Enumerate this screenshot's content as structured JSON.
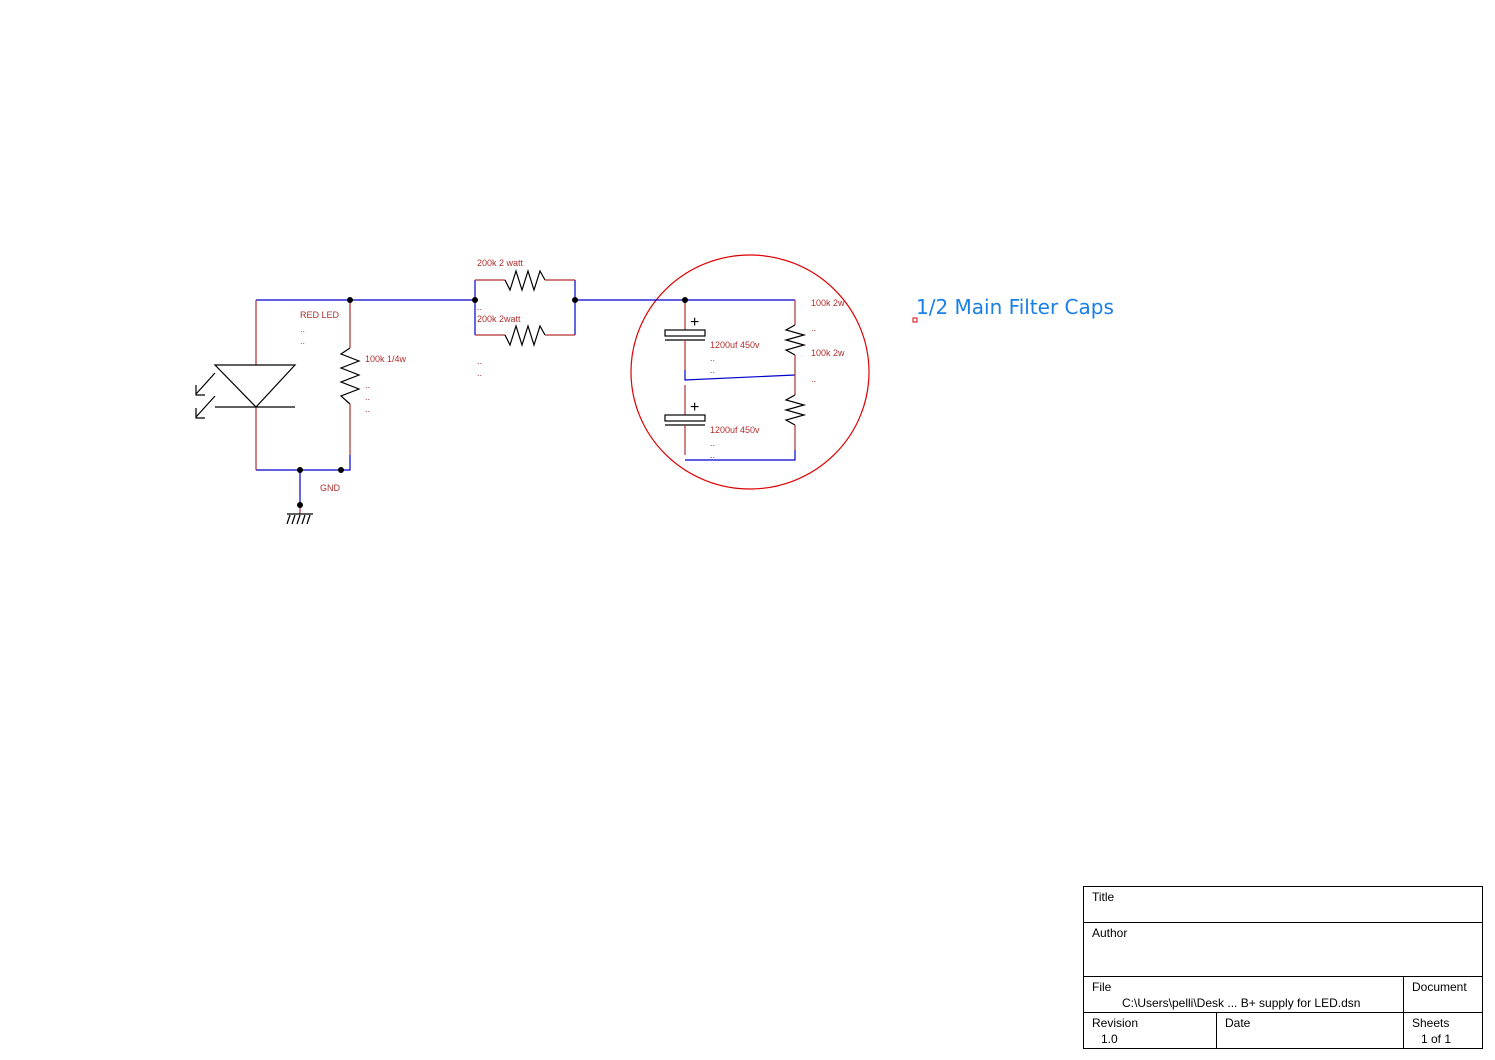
{
  "schematic": {
    "components": {
      "led": {
        "label": "RED LED",
        "attrs": [
          "..",
          ".."
        ]
      },
      "r_led": {
        "label": "100k 1/4w",
        "attrs": [
          "..",
          "..",
          ".."
        ]
      },
      "ground": {
        "label": "GND"
      },
      "r1": {
        "label": "200k 2 watt"
      },
      "r2": {
        "label": "200k 2watt",
        "attrs": [
          "..",
          "..",
          ".."
        ]
      },
      "c1": {
        "label": "1200uf 450v",
        "attrs": [
          "..",
          ".."
        ],
        "polarity": "+"
      },
      "c2": {
        "label": "1200uf 450v",
        "attrs": [
          "..",
          ".."
        ],
        "polarity": "+"
      },
      "r3": {
        "label": "100k 2w",
        "attrs": [
          ".."
        ]
      },
      "r4": {
        "label": "100k 2w",
        "attrs": [
          ".."
        ]
      }
    },
    "annotation": {
      "text": "1/2 Main Filter Caps"
    },
    "colors": {
      "wire": "#0000cc",
      "component_lead": "#b03030",
      "symbol": "#000000",
      "highlight_circle": "#dd0000",
      "annotation_text": "#1a7fe6"
    }
  },
  "title_block": {
    "title_label": "Title",
    "title_value": "",
    "author_label": "Author",
    "author_value": "",
    "file_label": "File",
    "file_value": "C:\\Users\\pelli\\Desk ... B+ supply for LED.dsn",
    "document_label": "Document",
    "document_value": "",
    "revision_label": "Revision",
    "revision_value": "1.0",
    "date_label": "Date",
    "date_value": "",
    "sheets_label": "Sheets",
    "sheets_value": "1 of 1"
  }
}
